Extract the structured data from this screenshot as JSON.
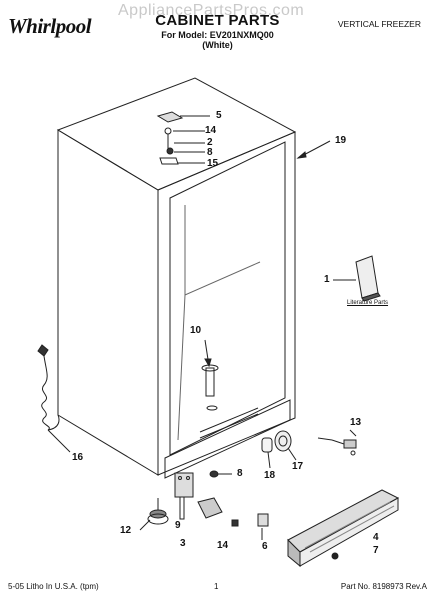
{
  "header": {
    "brand": "Whirlpool",
    "watermark": "AppliancePartsPros.com",
    "title": "CABINET PARTS",
    "model_line": "For Model: EV201NXMQ00",
    "color_line": "(White)",
    "category": "VERTICAL FREEZER"
  },
  "callouts": [
    "5",
    "14",
    "2",
    "8",
    "15",
    "19",
    "1",
    "10",
    "16",
    "13",
    "17",
    "18",
    "8",
    "12",
    "9",
    "3",
    "14",
    "6",
    "4",
    "7"
  ],
  "literature_caption": "Literature Parts",
  "footer": {
    "litho": "5-05 Litho In U.S.A. (tpm)",
    "page": "1",
    "part_no": "Part No. 8198973 Rev.A"
  }
}
